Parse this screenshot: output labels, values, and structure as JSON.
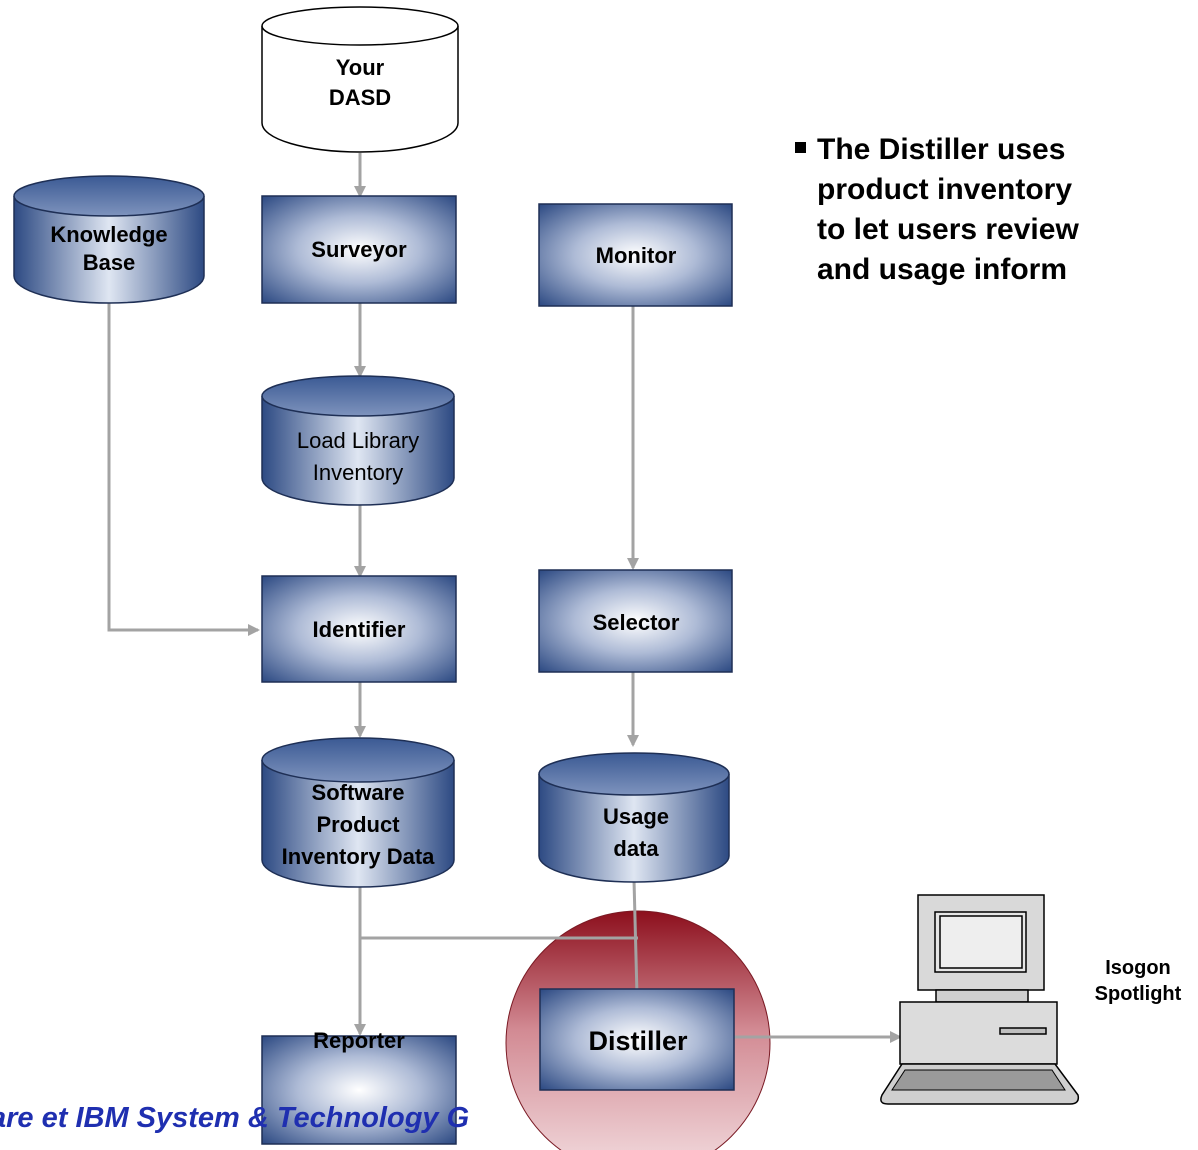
{
  "nodes": {
    "your_dasd": [
      "Your",
      "DASD"
    ],
    "knowledge_base": [
      "Knowledge",
      "Base"
    ],
    "surveyor": "Surveyor",
    "monitor": "Monitor",
    "load_library_inventory": [
      "Load Library",
      "Inventory"
    ],
    "identifier": "Identifier",
    "selector": "Selector",
    "software_product_inventory_data": [
      "Software",
      "Product",
      "Inventory Data"
    ],
    "usage_data": [
      "Usage",
      "data"
    ],
    "reporter": "Reporter",
    "distiller": "Distiller",
    "isogon_spotlight": [
      "Isogon",
      "Spotlight"
    ]
  },
  "bullet": {
    "lines": [
      "The Distiller uses",
      "product inventory",
      "to let users review",
      "and usage inform"
    ]
  },
  "footer": "are et IBM System & Technology G"
}
